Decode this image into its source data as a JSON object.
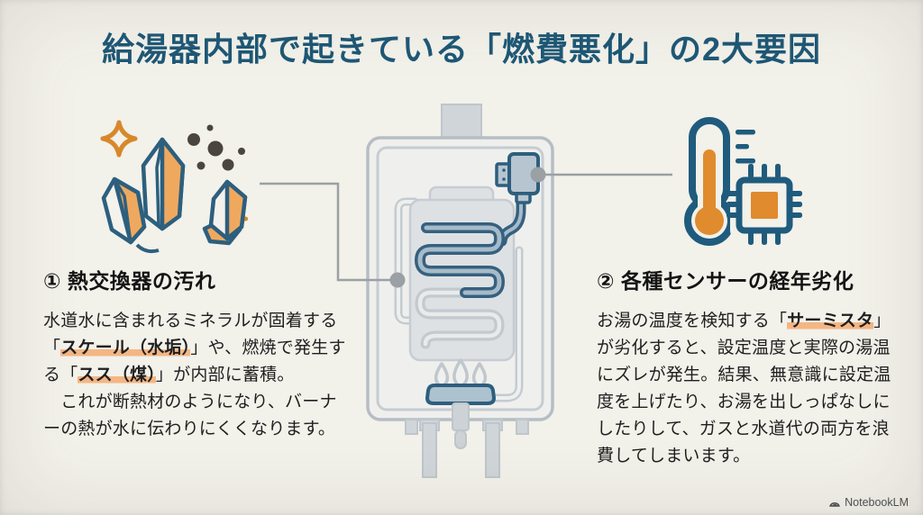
{
  "page": {
    "bg_color": "#f2f1ea",
    "title_color": "#1e5876",
    "outline_blue": "#2d5f7e",
    "accent_orange": "#e0902e",
    "highlight_color": "#f4b683"
  },
  "title": "給湯器内部で起きている「燃費悪化」の2大要因",
  "illustration": {
    "name": "water-heater-cutaway",
    "parts": [
      "flue-pipe",
      "outer-case",
      "heat-exchanger-box",
      "coil",
      "thermistor-sensor",
      "burner",
      "flames",
      "pipes",
      "callout-lines"
    ]
  },
  "left_section": {
    "icon": "crystal-scale-icon",
    "heading": "① 熱交換器の汚れ",
    "paragraph": [
      {
        "text": "水道水に含まれるミネラルが固着する「",
        "highlight": false
      },
      {
        "text": "スケール（水垢）",
        "highlight": true
      },
      {
        "text": "」や、燃焼で発生する「",
        "highlight": false
      },
      {
        "text": "スス（煤）",
        "highlight": true
      },
      {
        "text": "」が内部に蓄積。\n　これが断熱材のようになり、バーナーの熱が水に伝わりにくくなります。",
        "highlight": false
      }
    ]
  },
  "right_section": {
    "icon": "thermometer-chip-icon",
    "heading": "② 各種センサーの経年劣化",
    "paragraph": [
      {
        "text": "お湯の温度を検知する「",
        "highlight": false
      },
      {
        "text": "サーミスタ",
        "highlight": true
      },
      {
        "text": "」が劣化すると、設定温度と実際の湯温にズレが発生。結果、無意識に設定温度を上げたり、お湯を出しっぱなしにしたりして、ガスと水道代の両方を浪費してしまいます。",
        "highlight": false
      }
    ]
  },
  "footer": {
    "brand": "NotebookLM"
  }
}
